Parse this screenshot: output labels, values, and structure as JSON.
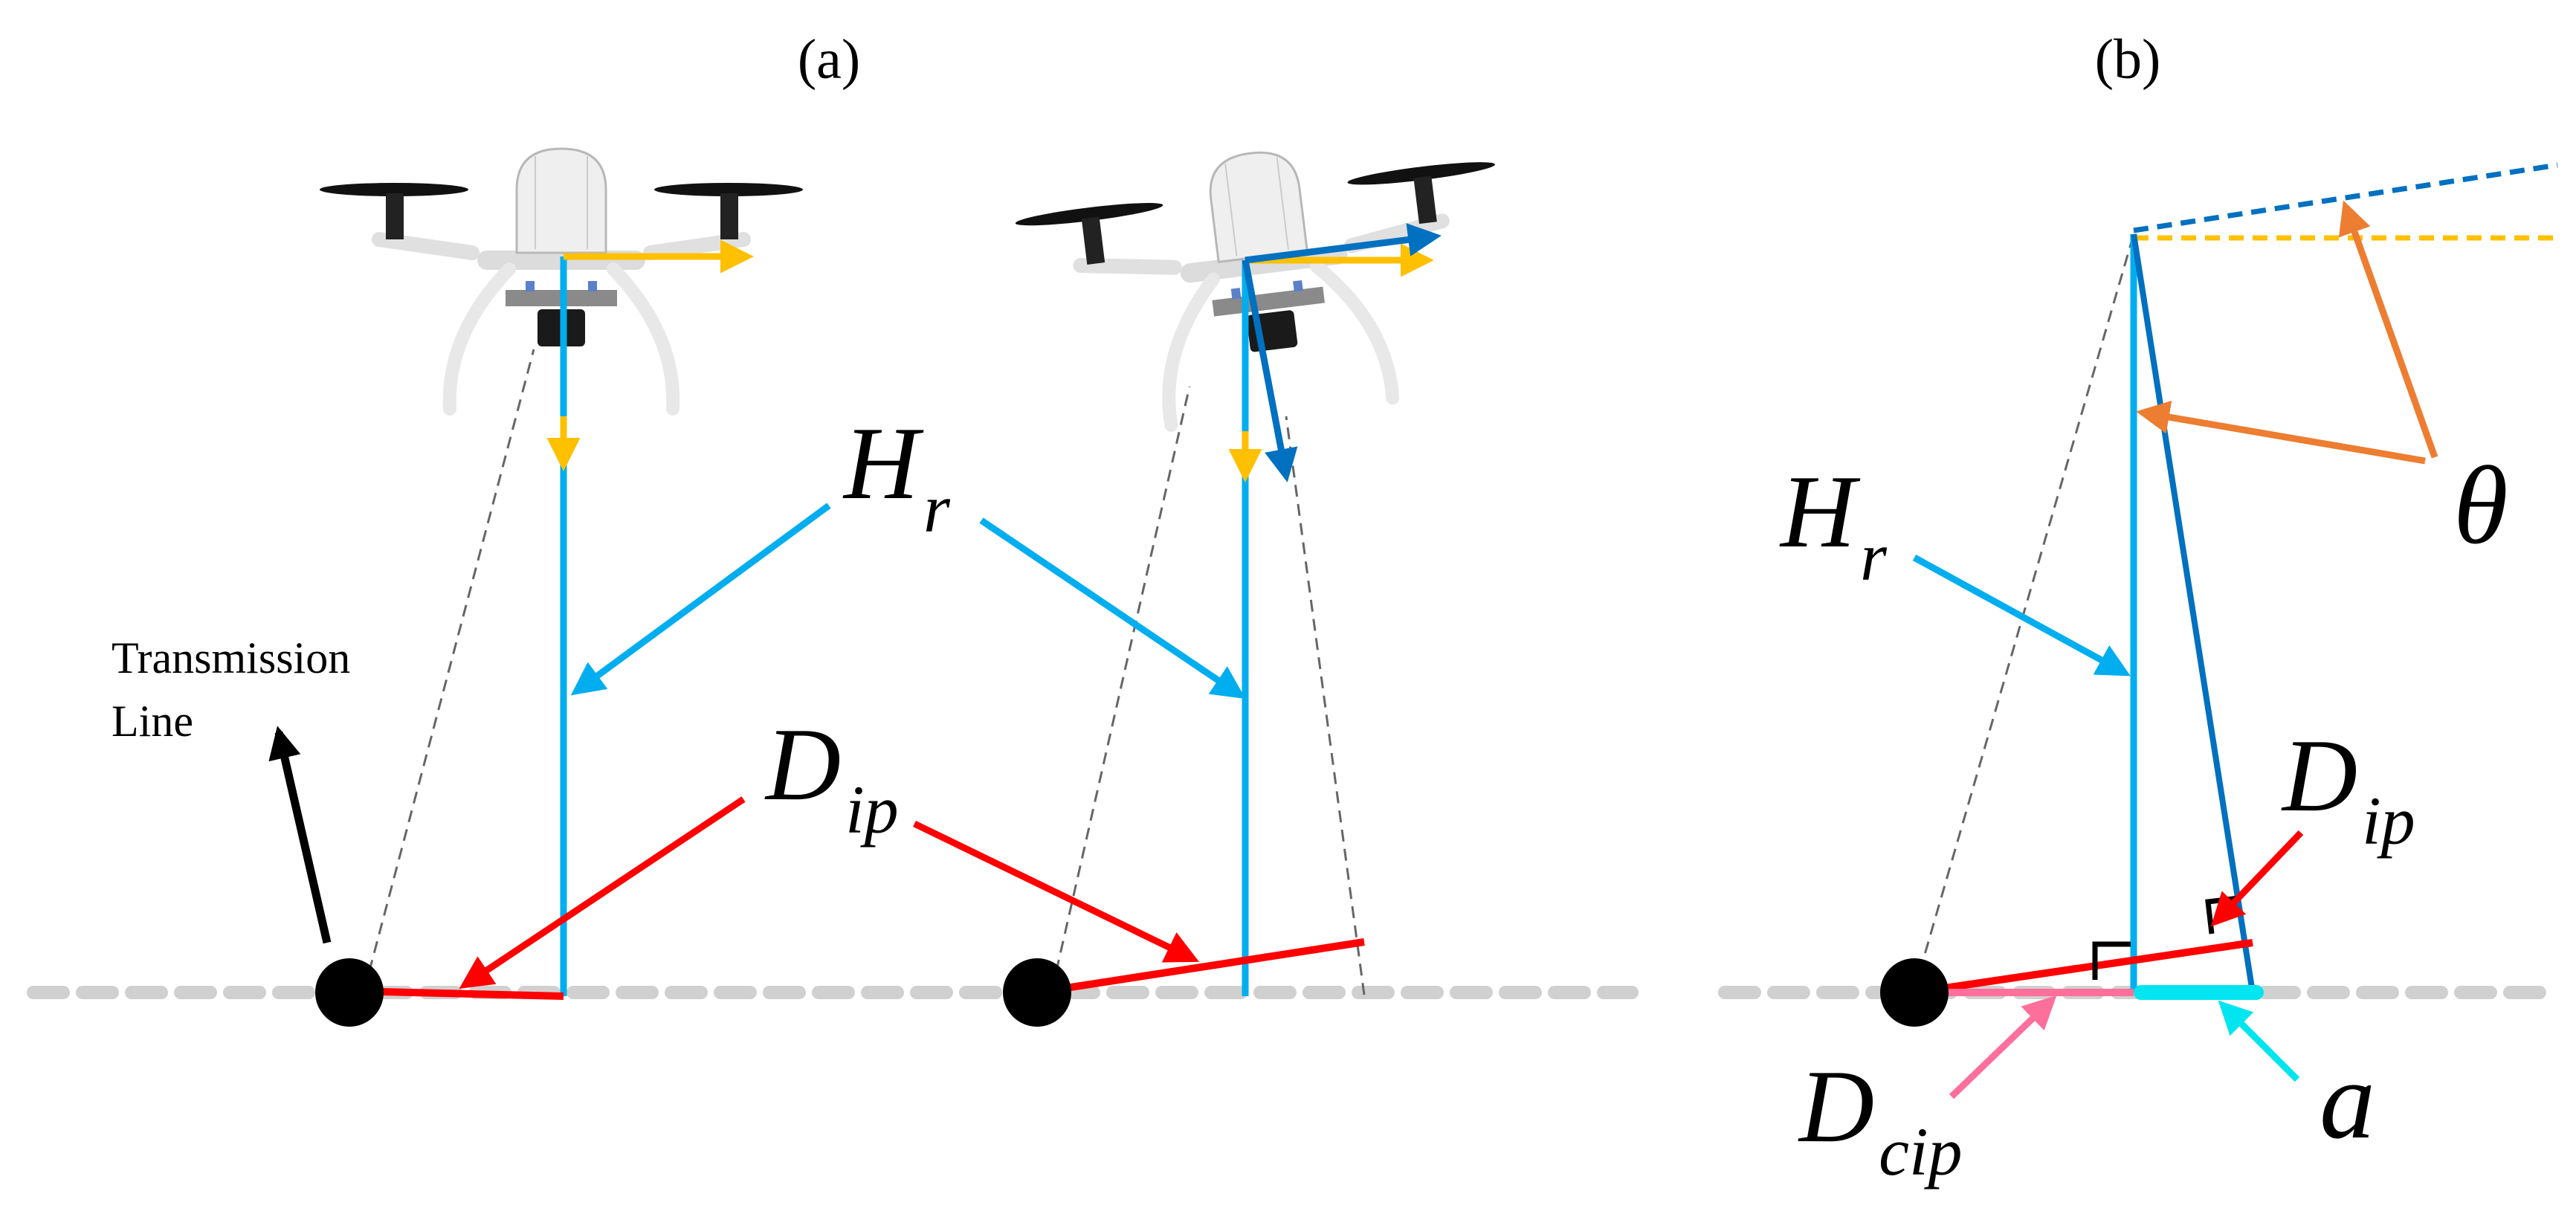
{
  "panels": {
    "a": {
      "label": "(a)"
    },
    "b": {
      "label": "(b)"
    }
  },
  "labels": {
    "transmission_line": [
      "Transmission",
      "Line"
    ],
    "hr_a": {
      "main": "H",
      "sub": "r"
    },
    "dip_a": {
      "main": "D",
      "sub": "ip"
    },
    "hr_b": {
      "main": "H",
      "sub": "r"
    },
    "dip_b": {
      "main": "D",
      "sub": "ip"
    },
    "dcip_b": {
      "main": "D",
      "sub": "cip"
    },
    "theta": "θ",
    "a_len": "a"
  },
  "icons": [
    "drone-icon",
    "drone-tilted-icon",
    "transmission-line-node"
  ],
  "colors": {
    "height_line": "#00AEEF",
    "tilted_axis": "#0070C0",
    "distance": "#FF0000",
    "projected_distance": "#FF6F9C",
    "a_segment": "#00E5F0",
    "angle": "#ED7D31",
    "gravity_reference": "#FFC000",
    "ground": "#D0D0D0",
    "node": "#000000"
  }
}
